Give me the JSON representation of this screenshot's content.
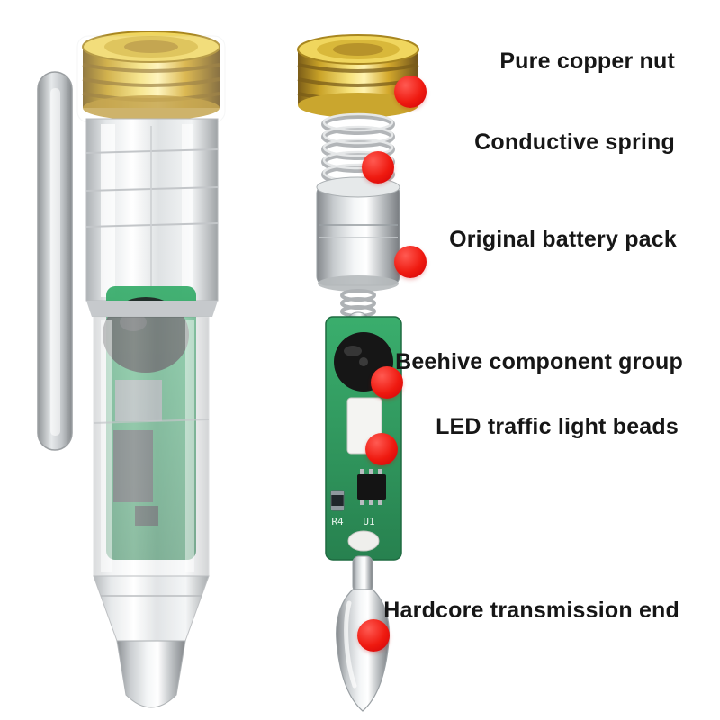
{
  "annotations": [
    {
      "label": "Pure copper nut"
    },
    {
      "label": "Conductive spring"
    },
    {
      "label": "Original battery pack"
    },
    {
      "label": "Beehive component group"
    },
    {
      "label": "LED traffic light beads"
    },
    {
      "label": "Hardcore transmission end"
    }
  ],
  "pcb": {
    "r4": "R4",
    "u1": "U1"
  },
  "colors": {
    "callout_red": "#ef1a10",
    "pcb_green": "#2f9e62",
    "brass_gold": "#d4a92c",
    "metal_silver": "#cfd3d6",
    "label_text": "#161616",
    "background": "#ffffff"
  }
}
